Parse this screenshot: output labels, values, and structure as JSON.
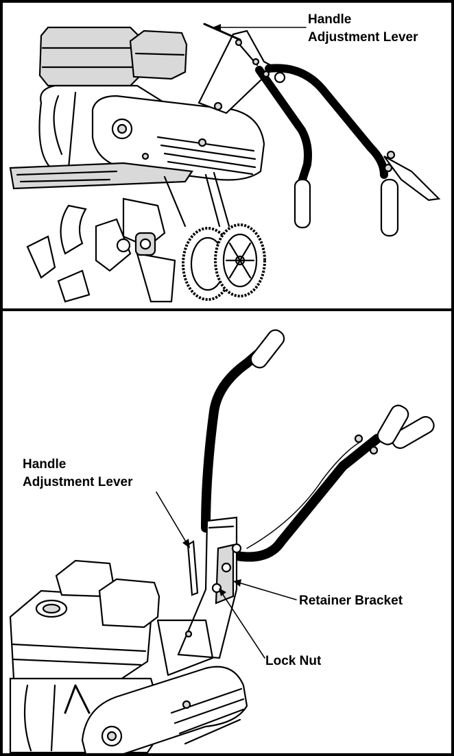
{
  "top_panel": {
    "callout_line1": "Handle",
    "callout_line2": "Adjustment Lever"
  },
  "bottom_panel": {
    "handle_callout_line1": "Handle",
    "handle_callout_line2": "Adjustment Lever",
    "retainer_label": "Retainer Bracket",
    "locknut_label": "Lock Nut"
  },
  "colors": {
    "ink": "#000000",
    "background": "#ffffff",
    "shade": "#d9d9d9"
  }
}
